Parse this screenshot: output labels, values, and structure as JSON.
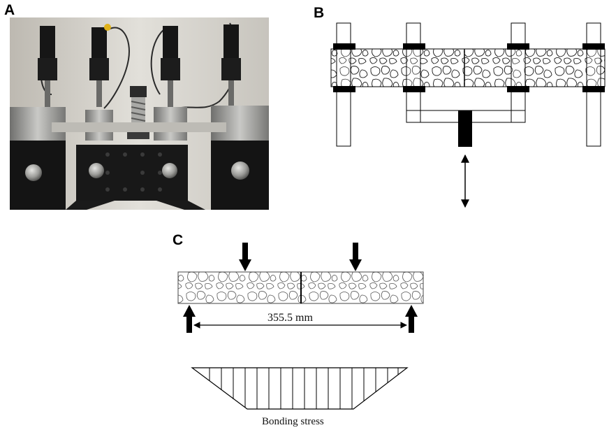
{
  "panels": {
    "a": {
      "label": "A"
    },
    "b": {
      "label": "B"
    },
    "c": {
      "label": "C"
    }
  },
  "panel_c": {
    "span_label": "355.5 mm",
    "stress_label": "Bonding stress"
  },
  "colors": {
    "line": "#000000",
    "photo_background": "#d8d6d0",
    "steel": "#9a9a98",
    "black_frame": "#111111"
  },
  "icons": {
    "actuator": "lvdt-sensor",
    "load_arrow": "down-arrow",
    "support_arrow": "up-arrow"
  }
}
